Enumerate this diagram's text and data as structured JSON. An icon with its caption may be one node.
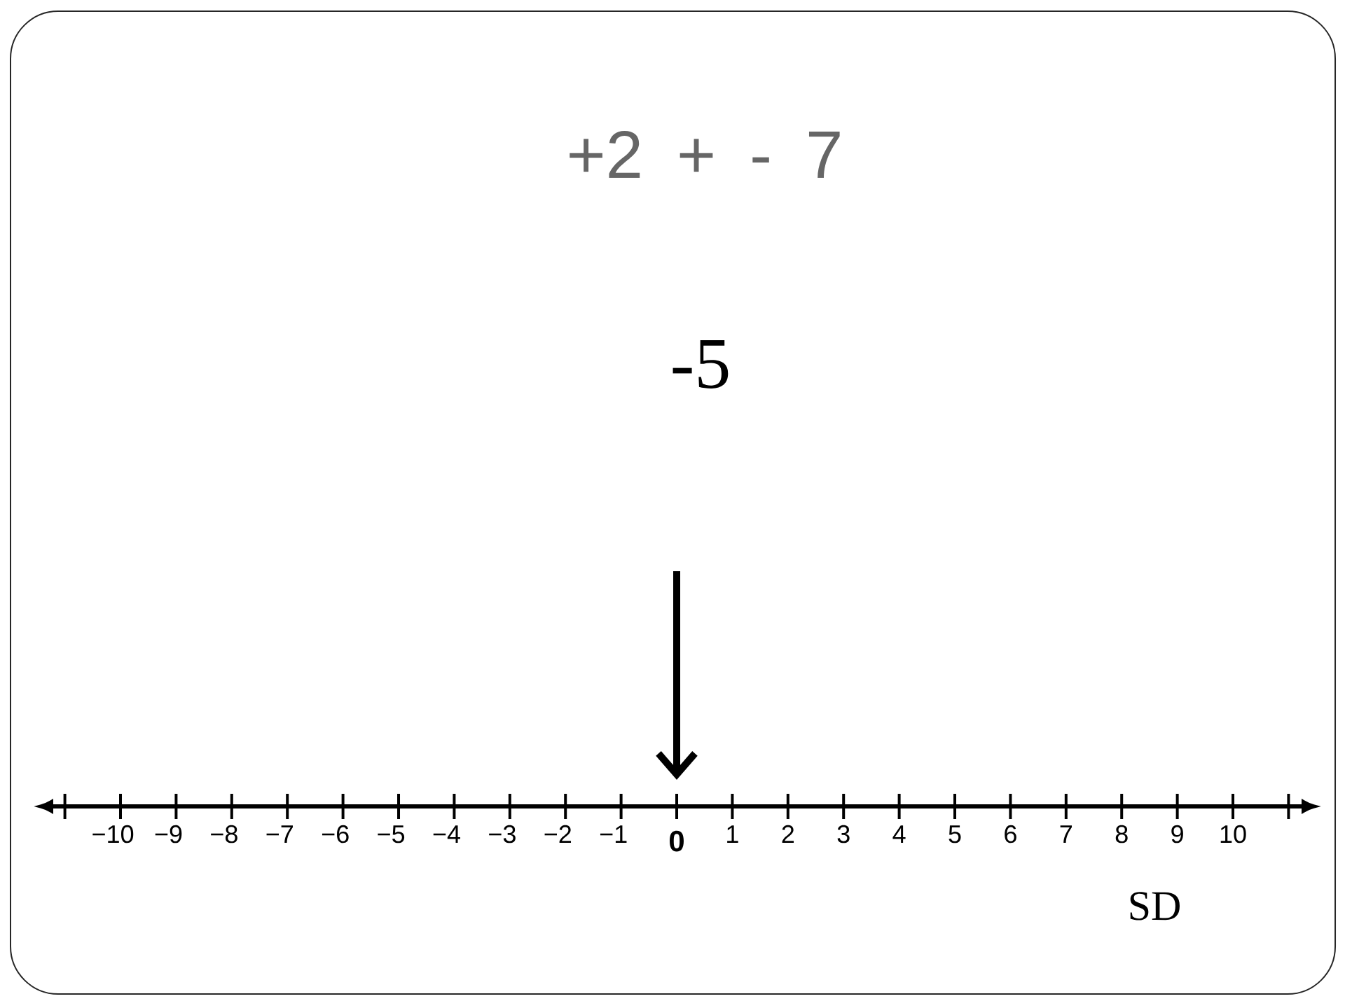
{
  "diagram": {
    "title": "+2 + - 7",
    "labels": [
      "-5",
      "−10",
      "−9",
      "−8",
      "−7",
      "−6",
      "−5",
      "−4",
      "−3",
      "−2",
      "−1",
      "0",
      "1",
      "2",
      "3",
      "4",
      "5",
      "6",
      "7",
      "8",
      "9",
      "10",
      "SD"
    ]
  }
}
